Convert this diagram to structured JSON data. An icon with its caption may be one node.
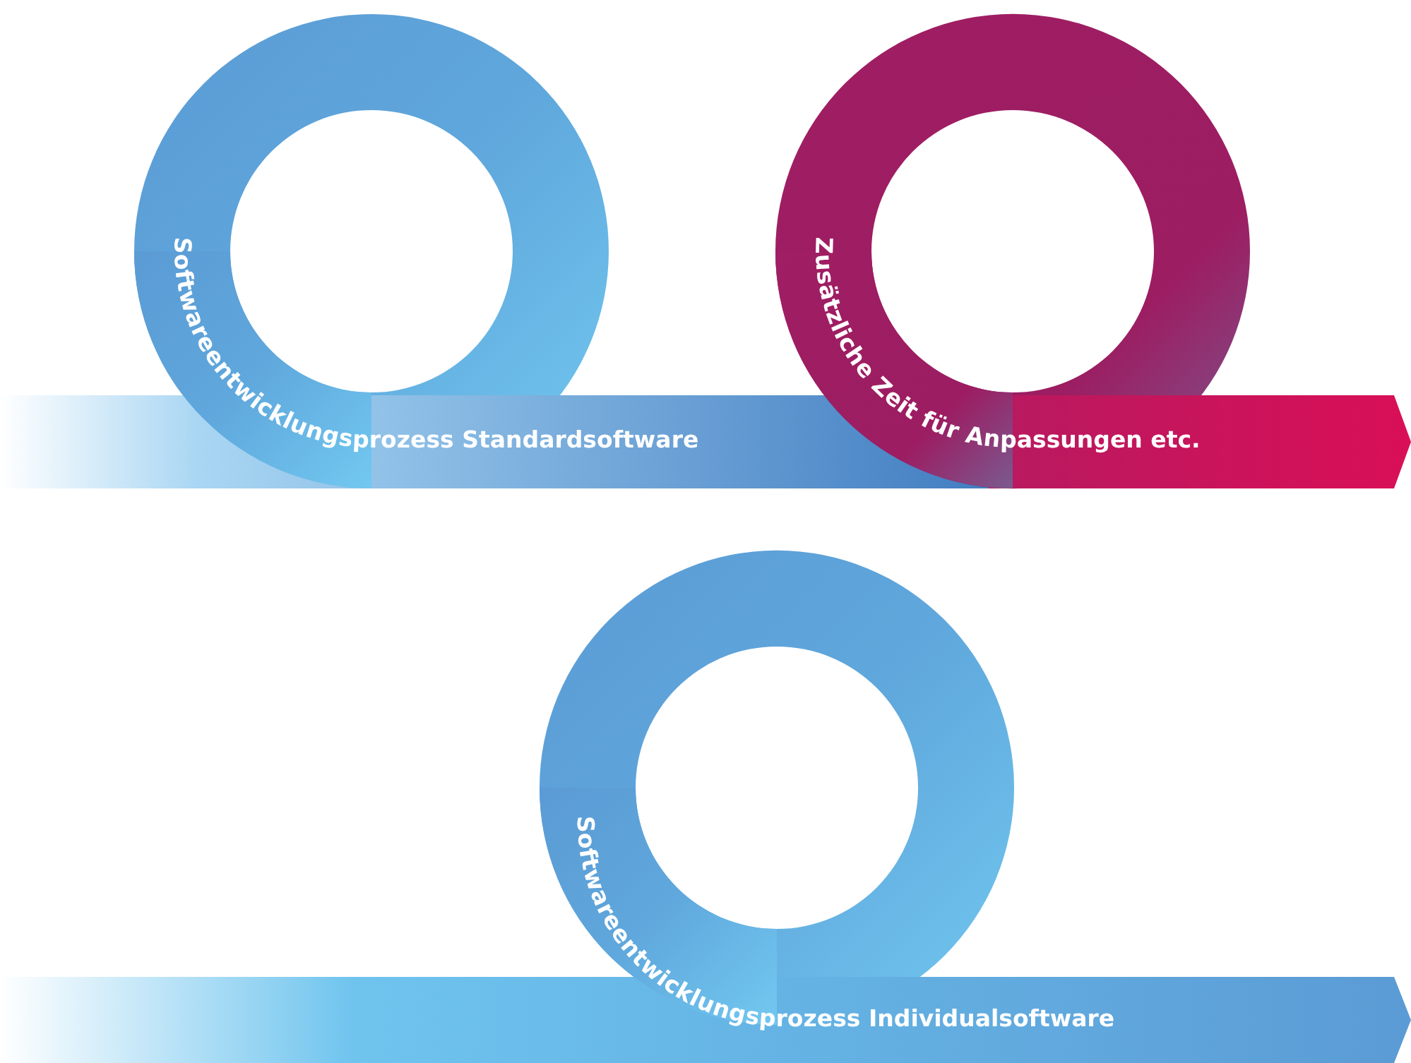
{
  "diagram": {
    "nodes": [
      {
        "text": [
          "Softwareentwicklungsprozess Standardsoftware"
        ]
      },
      {
        "text": [
          "Zusätzliche Zeit für Anpassungen etc."
        ]
      },
      {
        "text": [
          "Softwareentwicklungsprozess Individualsoftware"
        ]
      }
    ]
  }
}
